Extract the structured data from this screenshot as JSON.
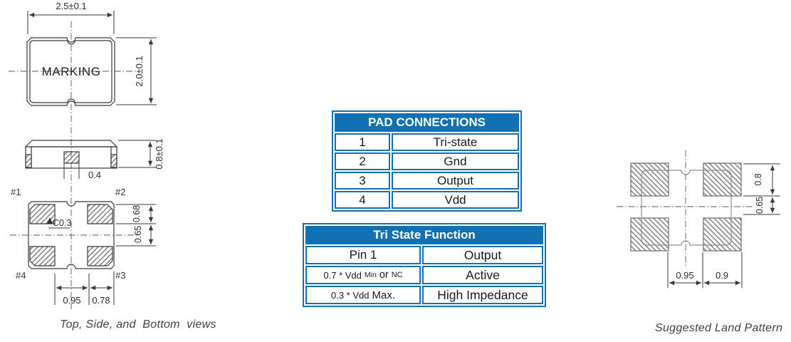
{
  "colors": {
    "accent_blue": "#1171b2",
    "drawing_line": "#3a3a3a"
  },
  "package_views": {
    "caption": "Top, Side, and  Bottom  views",
    "top_view": {
      "marking": "MARKING",
      "width_dim": "2.5±0.1",
      "height_dim": "2.0±0.1"
    },
    "side_view": {
      "height_dim": "0.8±0.1",
      "center_pad_dim": "0.4"
    },
    "bottom_view": {
      "pad1_label": "#1",
      "pad2_label": "#2",
      "pad3_label": "#3",
      "pad4_label": "#4",
      "chamfer_dim": "C0.3",
      "pad_length_dim": "0.68",
      "pad_gap_dim": "0.65",
      "center_gap_dim": "0.95",
      "pad_width_dim": "0.78"
    }
  },
  "pad_connections_table": {
    "title": "PAD CONNECTIONS",
    "rows": [
      {
        "pad": "1",
        "function": "Tri-state"
      },
      {
        "pad": "2",
        "function": "Gnd"
      },
      {
        "pad": "3",
        "function": "Output"
      },
      {
        "pad": "4",
        "function": "Vdd"
      }
    ]
  },
  "tri_state_table": {
    "title": "Tri State Function",
    "header_row": {
      "pin": "Pin 1",
      "output": "Output"
    },
    "rows": [
      {
        "cond_a": "0.7 * Vdd",
        "cond_b": "Min",
        "cond_c": "or",
        "cond_d": "NC",
        "output": "Active"
      },
      {
        "cond_a": "0.3 * Vdd",
        "cond_b": "Max.",
        "output": "High Impedance"
      }
    ]
  },
  "land_pattern": {
    "caption": "Suggested Land Pattern",
    "pad_height_dim": "0.8",
    "pad_gap_v_dim": "0.65",
    "center_gap_dim": "0.95",
    "pad_width_dim": "0.9"
  }
}
